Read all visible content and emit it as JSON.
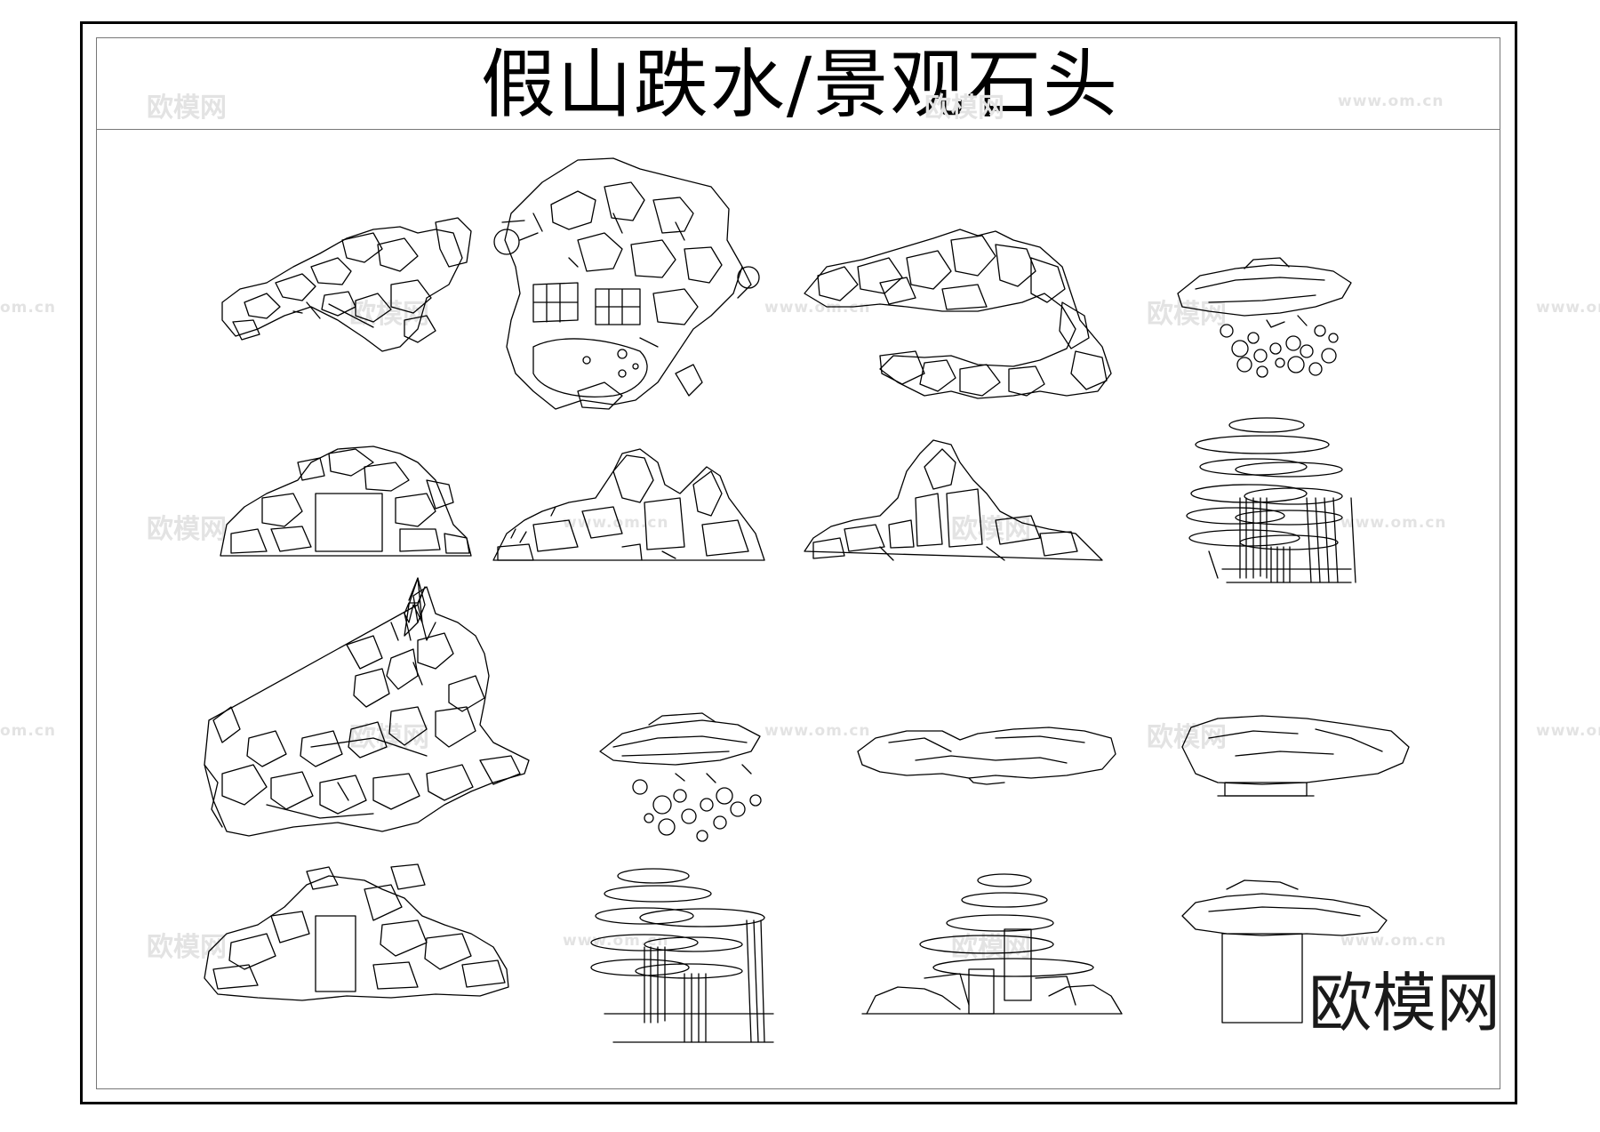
{
  "title": "假山跌水/景观石头",
  "brand": "欧模网",
  "watermarks": {
    "cn": "欧模网",
    "url": "www.om.cn",
    "edge": "om.cn"
  },
  "colors": {
    "line": "#000000",
    "watermark": "#e3e3e3",
    "background": "#ffffff"
  }
}
